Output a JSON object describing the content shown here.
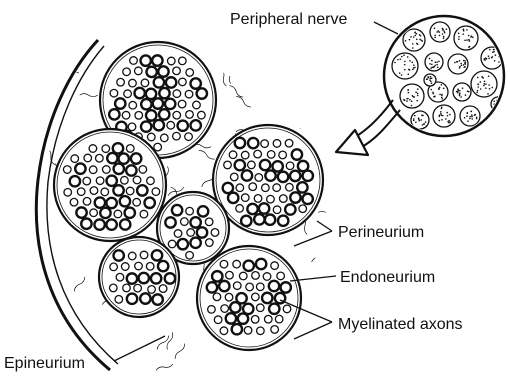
{
  "labels": {
    "peripheral_nerve": "Peripheral nerve",
    "perineurium": "Perineurium",
    "endoneurium": "Endoneurium",
    "myelinated_axons": "Myelinated axons",
    "epineurium": "Epineurium"
  },
  "colors": {
    "ink": "#111111",
    "background": "#ffffff"
  }
}
